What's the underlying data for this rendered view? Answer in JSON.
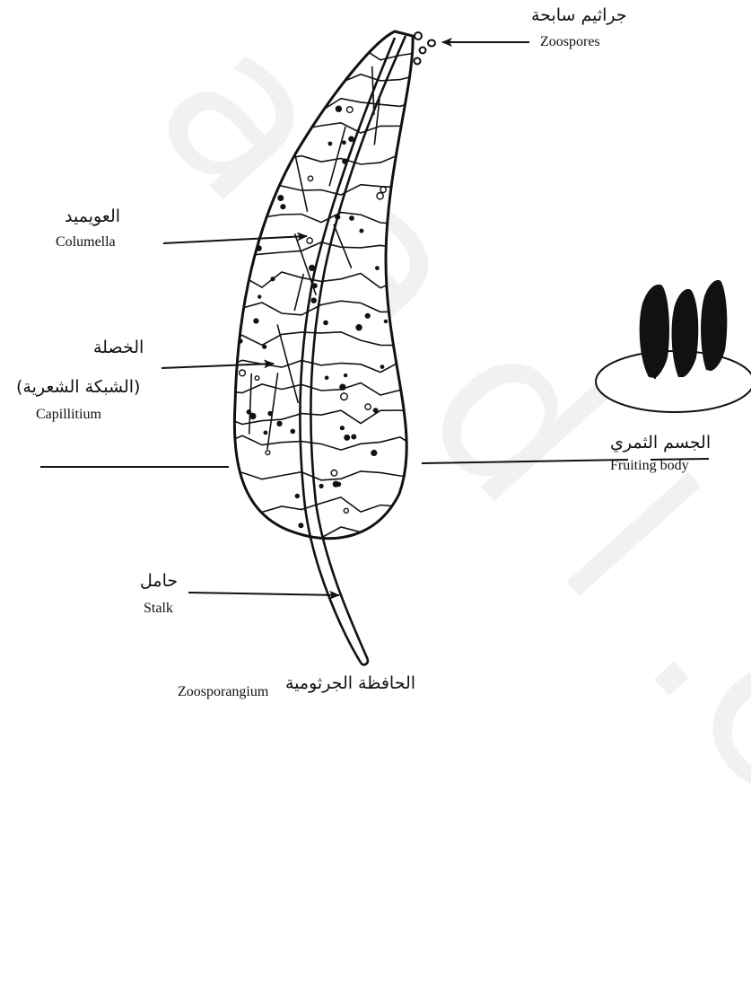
{
  "watermark": "a a d l .c o",
  "labels": {
    "zoospores_ar": "جراثيم سابحة",
    "zoospores_en": "Zoospores",
    "columella_ar": "العويميد",
    "columella_en": "Columella",
    "capillitium_ar": "الخصلة",
    "capillitium_ar2": "(الشبكة الشعرية)",
    "capillitium_en": "Capillitium",
    "fruiting_ar": "الجسم الثمري",
    "fruiting_en": "Fruiting body",
    "stalk_ar": "حامل",
    "stalk_en": "Stalk",
    "zoosporangium_ar": "الحافظة الجرثومية",
    "zoosporangium_en": "Zoosporangium"
  },
  "colors": {
    "ink": "#111111",
    "watermark": "#f1f1f1",
    "paper": "#ffffff"
  }
}
